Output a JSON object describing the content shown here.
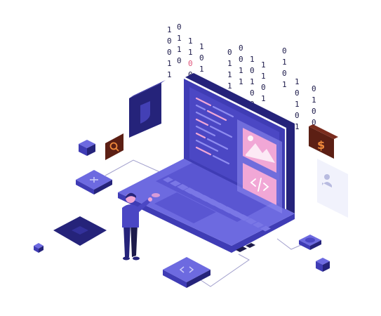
{
  "illustration": {
    "topic": "isometric-laptop-coding",
    "colors": {
      "dark_navy": "#25237a",
      "indigo": "#4b47c4",
      "violet": "#6d6ae0",
      "light_violet": "#8f8cf0",
      "pink": "#f1a7d6",
      "maroon": "#5c1f14",
      "orange_icon": "#f08a3c",
      "white_panel": "#eef0fb"
    },
    "binary_digits": [
      "1",
      "0",
      "0",
      "1",
      "1",
      "0",
      "1",
      "1",
      "0",
      "1",
      "1",
      "0",
      "0",
      "1",
      "0",
      "1",
      "1",
      "0",
      "0",
      "1",
      "1",
      "1",
      "0",
      "0",
      "1",
      "1",
      "1",
      "0",
      "1",
      "0",
      "0",
      "1",
      "1",
      "0",
      "1",
      "0",
      "1",
      "0",
      "1",
      "1",
      "0",
      "1",
      "0",
      "1",
      "0",
      "1",
      "0",
      "0"
    ],
    "icons": {
      "search": "magnifier-icon",
      "dollar": "dollar-icon",
      "code": "code-brackets-icon",
      "shield": "shield-icon",
      "plus": "plus-icon",
      "user": "user-icon"
    }
  }
}
